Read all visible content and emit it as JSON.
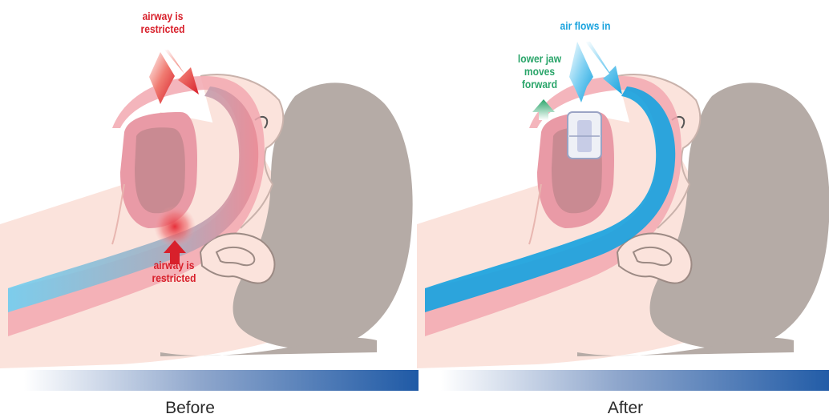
{
  "panels": {
    "before": {
      "caption": "Before",
      "label_top": "airway is\nrestricted",
      "label_bottom": "airway is\nrestricted"
    },
    "after": {
      "caption": "After",
      "label_air": "air flows in",
      "label_jaw": "lower jaw\nmoves\nforward"
    }
  },
  "colors": {
    "restriction": "#d8202b",
    "airflow": "#1aa3de",
    "jaw": "#2aa56a",
    "hair": "#b5aba6",
    "skin": "#fbe3dc",
    "tissue": "#f2a8b0"
  }
}
